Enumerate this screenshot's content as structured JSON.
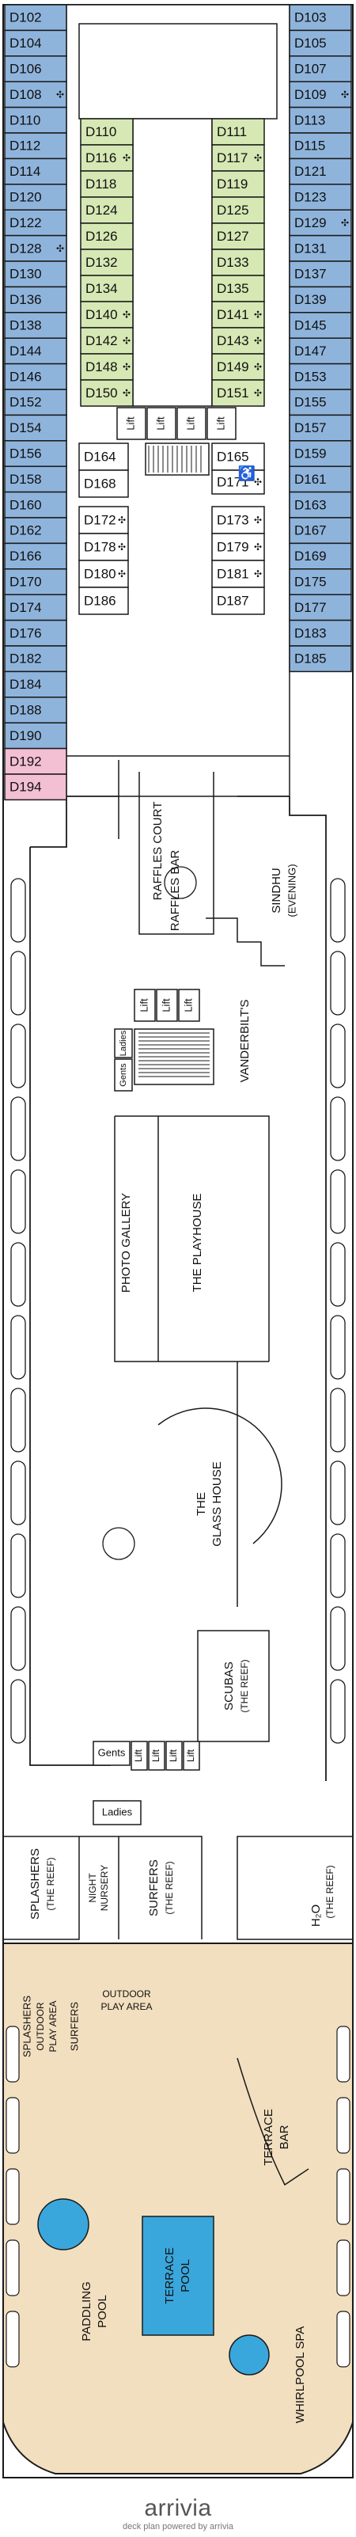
{
  "colors": {
    "blue_cabin": "#8fb4dc",
    "green_cabin": "#d6e8b4",
    "pink_cabin": "#f3bfd3",
    "deck_wood": "#f2dfbf",
    "pool_water": "#3aa7dc",
    "outline": "#1a1a1a",
    "brand_accent": "#1a9ad6"
  },
  "cabins": {
    "left_outer": [
      "D102",
      "D104",
      "D106",
      "D108",
      "D110",
      "D112",
      "D114",
      "D120",
      "D122",
      "D128",
      "D130",
      "D136",
      "D138",
      "D144",
      "D146",
      "D152",
      "D154",
      "D156",
      "D158",
      "D160",
      "D162",
      "D166",
      "D170",
      "D174",
      "D176",
      "D182",
      "D184",
      "D188",
      "D190",
      "D192",
      "D194"
    ],
    "right_outer": [
      "D103",
      "D105",
      "D107",
      "D109",
      "D113",
      "D115",
      "D121",
      "D123",
      "D129",
      "D131",
      "D137",
      "D139",
      "D145",
      "D147",
      "D153",
      "D155",
      "D157",
      "D159",
      "D161",
      "D163",
      "D167",
      "D169",
      "D175",
      "D177",
      "D183",
      "D185"
    ],
    "inner_left": [
      "D110",
      "D116",
      "D118",
      "D124",
      "D126",
      "D132",
      "D134",
      "D140",
      "D142",
      "D148",
      "D150"
    ],
    "inner_right": [
      "D111",
      "D117",
      "D119",
      "D125",
      "D127",
      "D133",
      "D135",
      "D141",
      "D143",
      "D149",
      "D151"
    ],
    "lower_left": [
      "D164",
      "D168",
      "D172",
      "D178",
      "D180",
      "D186"
    ],
    "lower_right": [
      "D165",
      "D171",
      "D173",
      "D179",
      "D181",
      "D187"
    ],
    "pink": [
      "D192",
      "D194"
    ]
  },
  "accessible_icon": "accessible-cabin-icon",
  "wheelchair_icon": "wheelchair-icon",
  "venues": {
    "raffles_court": "RAFFLES COURT",
    "raffles_bar": "RAFFLES BAR",
    "sindhu": "SINDHU",
    "sindhu_sub": "(EVENING)",
    "vanderbilts": "VANDERBILT'S",
    "photo_gallery": "PHOTO GALLERY",
    "playhouse": "THE PLAYHOUSE",
    "glass_house_1": "THE",
    "glass_house_2": "GLASS HOUSE",
    "scubas": "SCUBAS",
    "scubas_sub": "(THE REEF)",
    "splashers": "SPLASHERS",
    "splashers_sub": "(THE REEF)",
    "night_nursery_1": "NIGHT",
    "night_nursery_2": "NURSERY",
    "surfers": "SURFERS",
    "surfers_sub": "(THE REEF)",
    "h2o": "H₂O",
    "h2o_sub": "(THE REEF)",
    "splashers_outdoor_1": "SPLASHERS",
    "splashers_outdoor_2": "OUTDOOR",
    "splashers_outdoor_3": "PLAY AREA",
    "surfers_outdoor_1": "SURFERS",
    "surfers_outdoor_2": "OUTDOOR",
    "surfers_outdoor_3": "PLAY AREA",
    "paddling_pool_1": "PADDLING",
    "paddling_pool_2": "POOL",
    "terrace_pool_1": "TERRACE",
    "terrace_pool_2": "POOL",
    "terrace_bar_1": "TERRACE",
    "terrace_bar_2": "BAR",
    "whirlpool_spa": "WHIRLPOOL SPA"
  },
  "facilities": {
    "lift": "Lift",
    "ladies": "Ladies",
    "gents": "Gents"
  },
  "footer": {
    "logo": "arrivia",
    "tagline": "deck plan powered by arrivia"
  }
}
